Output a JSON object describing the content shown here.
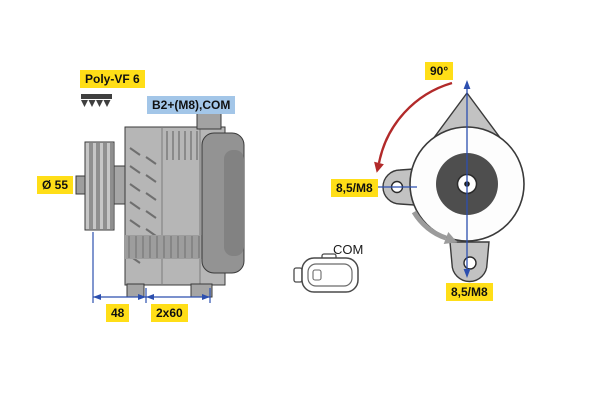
{
  "diagram": {
    "title_hint": "alternator technical drawing",
    "side_view": {
      "belt_type": "Poly-VF 6",
      "terminals": "B2+(M8),COM",
      "pulley_diameter": "Ø 55",
      "dim_pulley_offset": "48",
      "dim_mounting": "2x60"
    },
    "rear_view": {
      "rotation_angle": "90°",
      "mount_hole_left": "8,5/M8",
      "mount_hole_bottom": "8,5/M8"
    },
    "connector": {
      "label": "COM"
    },
    "colors": {
      "highlight_yellow": "#ffde17",
      "highlight_blue": "#a3c6e8",
      "dimension_blue": "#2c4faf",
      "arc_red": "#b22a2a",
      "body_gray": "#b6b6b6"
    }
  }
}
